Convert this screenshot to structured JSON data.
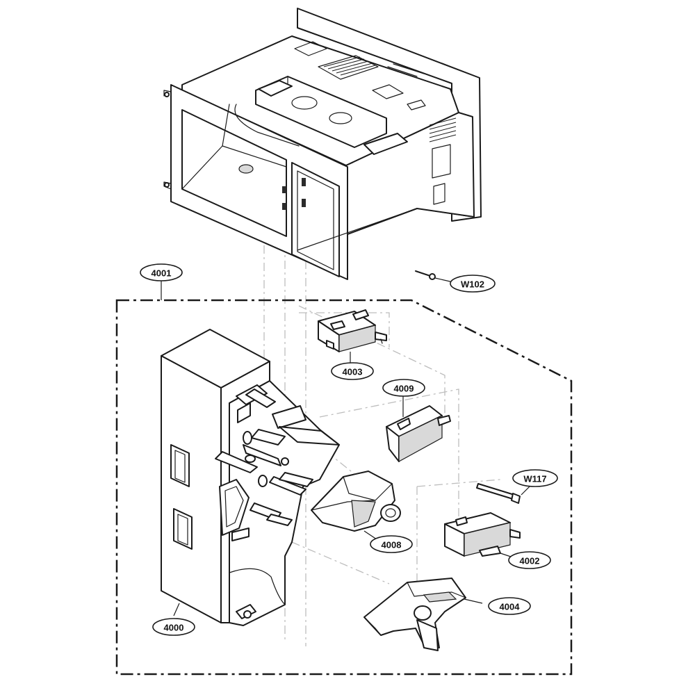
{
  "callouts": {
    "c4001": "4001",
    "cW102": "W102",
    "c4003": "4003",
    "c4009": "4009",
    "cW117": "W117",
    "c4008": "4008",
    "c4002": "4002",
    "c4004": "4004",
    "c4000": "4000"
  }
}
